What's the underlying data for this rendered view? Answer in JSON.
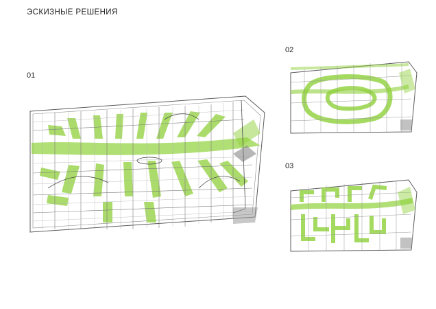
{
  "title": "ЭСКИЗНЫЕ РЕШЕНИЯ",
  "sketches": [
    {
      "label": "01"
    },
    {
      "label": "02"
    },
    {
      "label": "03"
    }
  ],
  "colors": {
    "green": "#8fd13a",
    "green_light": "#c7eb8e",
    "line": "#5a5a5a",
    "gray": "#9a9a9a"
  }
}
